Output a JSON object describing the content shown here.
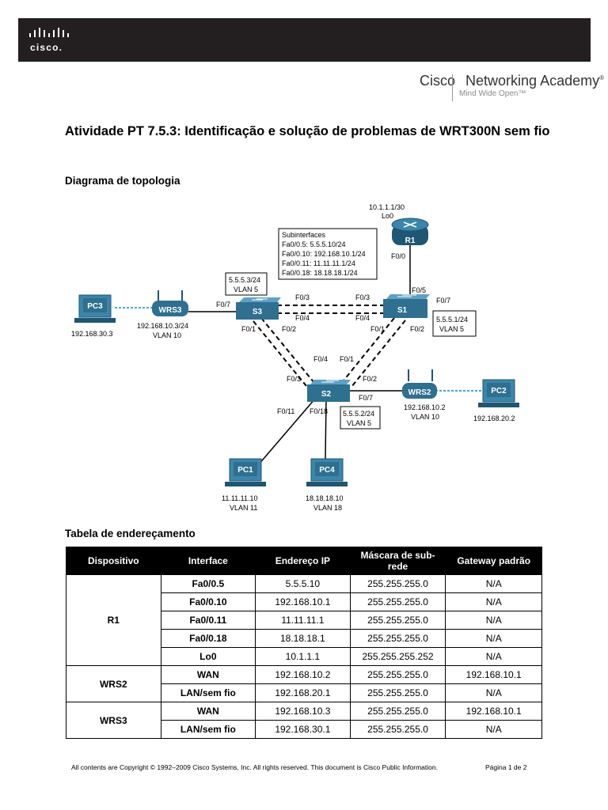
{
  "header": {
    "logo_text": "cisco."
  },
  "academy": {
    "brand": "Cisco",
    "program": "Networking Academy",
    "reg": "®",
    "tagline": "Mind Wide Open™"
  },
  "title": "Atividade PT 7.5.3: Identificação e solução de problemas de WRT300N sem fio",
  "sections": {
    "topology": "Diagrama de topologia",
    "addressing": "Tabela de endereçamento"
  },
  "topology": {
    "devices": {
      "r1": "R1",
      "s1": "S1",
      "s2": "S2",
      "s3": "S3",
      "wrs2": "WRS2",
      "wrs3": "WRS3",
      "pc1": "PC1",
      "pc2": "PC2",
      "pc3": "PC3",
      "pc4": "PC4"
    },
    "r1_lo0": [
      "10.1.1.1/30",
      "Lo0"
    ],
    "subinterfaces": [
      "Subinterfaces",
      "Fa0/0.5: 5.5.5.10/24",
      "Fa0/0.10: 192.168.10.1/24",
      "Fa0/0.11: 11.11.11.1/24",
      "Fa0/0.18: 18.18.18.1/24"
    ],
    "s3_mgmt": [
      "5.5.5.3/24",
      "VLAN 5"
    ],
    "s1_mgmt": [
      "5.5.5.1/24",
      "VLAN 5"
    ],
    "s2_mgmt": [
      "5.5.5.2/24",
      "VLAN 5"
    ],
    "wrs3_info": [
      "192.168.10.3/24",
      "VLAN 10"
    ],
    "wrs2_info": [
      "192.168.10.2",
      "VLAN 10"
    ],
    "pc1_info": [
      "11.11.11.10",
      "VLAN 11"
    ],
    "pc4_info": [
      "18.18.18.10",
      "VLAN 18"
    ],
    "pc2_ip": "192.168.20.2",
    "pc3_ip": "192.168.30.3",
    "ports": {
      "r1_f00": "F0/0",
      "s1_f05": "F0/5",
      "s1_f07": "F0/7",
      "s1_f03": "F0/3",
      "s1_f04": "F0/4",
      "s1_f01": "F0/1",
      "s1_f02": "F0/2",
      "s3_f07": "F0/7",
      "s3_f03": "F0/3",
      "s3_f04": "F0/4",
      "s3_f01": "F0/1",
      "s3_f02": "F0/2",
      "s2_f04": "F0/4",
      "s2_f01": "F0/1",
      "s2_f03": "F0/3",
      "s2_f02": "F0/2",
      "s2_f07": "F0/7",
      "s2_f011": "F0/11",
      "s2_f018": "F0/18"
    }
  },
  "table": {
    "headers": [
      "Dispositivo",
      "Interface",
      "Endereço IP",
      "Máscara de sub-rede",
      "Gateway padrão"
    ],
    "groups": [
      {
        "device": "R1",
        "rows": [
          [
            "Fa0/0.5",
            "5.5.5.10",
            "255.255.255.0",
            "N/A"
          ],
          [
            "Fa0/0.10",
            "192.168.10.1",
            "255.255.255.0",
            "N/A"
          ],
          [
            "Fa0/0.11",
            "11.11.11.1",
            "255.255.255.0",
            "N/A"
          ],
          [
            "Fa0/0.18",
            "18.18.18.1",
            "255.255.255.0",
            "N/A"
          ],
          [
            "Lo0",
            "10.1.1.1",
            "255.255.255.252",
            "N/A"
          ]
        ]
      },
      {
        "device": "WRS2",
        "rows": [
          [
            "WAN",
            "192.168.10.2",
            "255.255.255.0",
            "192.168.10.1"
          ],
          [
            "LAN/sem fio",
            "192.168.20.1",
            "255.255.255.0",
            "N/A"
          ]
        ]
      },
      {
        "device": "WRS3",
        "rows": [
          [
            "WAN",
            "192.168.10.3",
            "255.255.255.0",
            "192.168.10.1"
          ],
          [
            "LAN/sem fio",
            "192.168.30.1",
            "255.255.255.0",
            "N/A"
          ]
        ]
      }
    ]
  },
  "footer": {
    "copyright": "All contents are Copyright © 1992–2009 Cisco Systems, Inc. All rights reserved. This document is Cisco Public Information.",
    "page": "Página 1 de 2"
  },
  "colors": {
    "header_bg": "#231f20",
    "device_blue": "#2f6f8f",
    "table_header": "#000000",
    "wireless_link": "#4aa3d6"
  }
}
